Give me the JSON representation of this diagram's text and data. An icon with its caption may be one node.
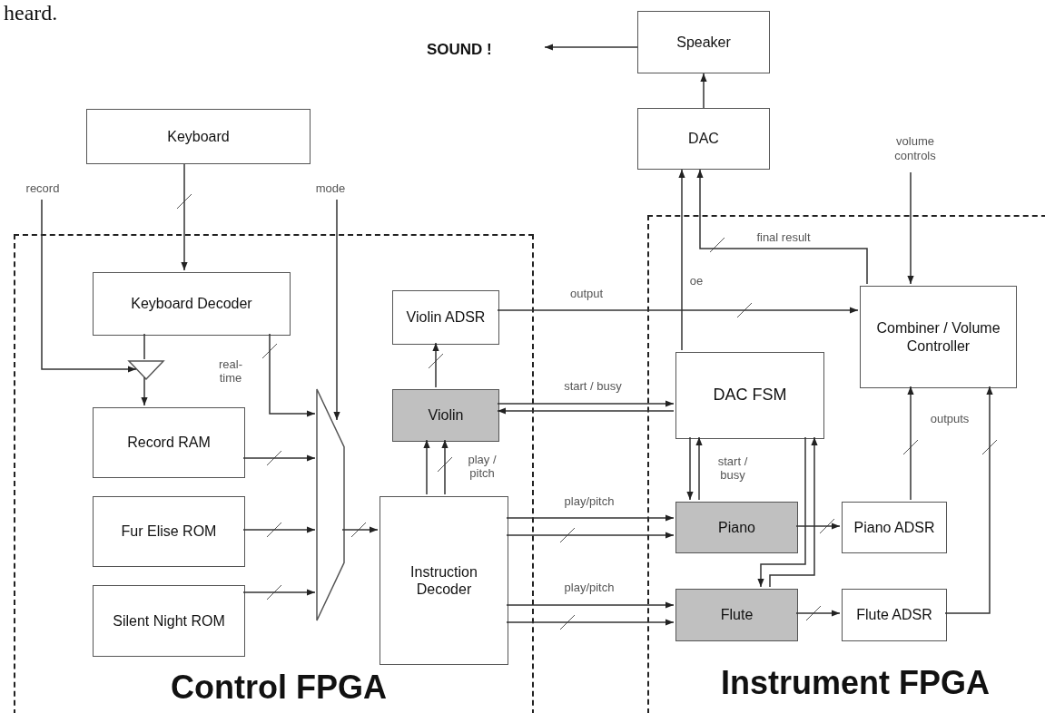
{
  "diagram": {
    "nodes": [
      {
        "text": [
          "Control FPGA"
        ]
      },
      {
        "text": [
          "Instrument FPGA"
        ]
      },
      {
        "text": [
          "SOUND !"
        ]
      },
      {
        "text": [
          "Speaker"
        ]
      },
      {
        "text": [
          "DAC"
        ]
      },
      {
        "text": [
          "Keyboard"
        ]
      },
      {
        "text": [
          "record"
        ]
      },
      {
        "text": [
          "mode"
        ]
      },
      {
        "text": [
          "volume controls"
        ]
      },
      {
        "text": [
          "Keyboard Decoder"
        ],
        "in": 0
      },
      {
        "text": [],
        "shape": "triangle",
        "in": 0
      },
      {
        "text": [
          "Record RAM"
        ],
        "in": 0
      },
      {
        "text": [
          "Fur Elise ROM"
        ],
        "in": 0
      },
      {
        "text": [
          "Silent Night ROM"
        ],
        "in": 0
      },
      {
        "text": [],
        "shape": "trapezoid",
        "in": 0
      },
      {
        "text": [
          "Instruction Decoder"
        ],
        "in": 0
      },
      {
        "text": [
          "Violin ADSR"
        ],
        "in": 0
      },
      {
        "text": [
          "Violin"
        ],
        "in": 0
      },
      {
        "text": [
          "DAC FSM"
        ],
        "in": 1
      },
      {
        "text": [
          "Combiner / Volume Controller"
        ],
        "in": 1
      },
      {
        "text": [
          "Piano"
        ],
        "in": 1
      },
      {
        "text": [
          "Flute"
        ],
        "in": 1
      },
      {
        "text": [
          "Piano ADSR"
        ],
        "in": 1
      },
      {
        "text": [
          "Flute ADSR"
        ],
        "in": 1
      }
    ],
    "edges": [
      {
        "from": 3,
        "to": 2,
        "arrow": "to"
      },
      {
        "from": 4,
        "to": 3,
        "arrow": "to"
      },
      {
        "from": 5,
        "to": 9,
        "arrow": "to"
      },
      {
        "from": 6,
        "to": 10,
        "arrow": "to"
      },
      {
        "from": 9,
        "to": 10,
        "arrow": "none"
      },
      {
        "from": 10,
        "to": 11,
        "arrow": "to"
      },
      {
        "from": 9,
        "to": 14,
        "arrow": "to",
        "label": "real- time"
      },
      {
        "from": 7,
        "to": 14,
        "arrow": "to"
      },
      {
        "from": 11,
        "to": 14,
        "arrow": "to"
      },
      {
        "from": 12,
        "to": 14,
        "arrow": "to"
      },
      {
        "from": 13,
        "to": 14,
        "arrow": "to"
      },
      {
        "from": 14,
        "to": 15,
        "arrow": "to"
      },
      {
        "from": 15,
        "to": 17,
        "arrow": "to"
      },
      {
        "from": 15,
        "to": 17,
        "arrow": "to",
        "label": "play / pitch"
      },
      {
        "from": 17,
        "to": 16,
        "arrow": "to"
      },
      {
        "from": 16,
        "to": 19,
        "arrow": "to",
        "label": "output"
      },
      {
        "from": 17,
        "to": 18,
        "arrow": "to",
        "label": "start / busy"
      },
      {
        "from": 18,
        "to": 17,
        "arrow": "to"
      },
      {
        "from": 15,
        "to": 20,
        "arrow": "to",
        "label": "play/pitch"
      },
      {
        "from": 15,
        "to": 20,
        "arrow": "to"
      },
      {
        "from": 15,
        "to": 21,
        "arrow": "to",
        "label": "play/pitch"
      },
      {
        "from": 15,
        "to": 21,
        "arrow": "to"
      },
      {
        "from": 18,
        "to": 20,
        "arrow": "to"
      },
      {
        "from": 20,
        "to": 18,
        "arrow": "to",
        "label": "start / busy"
      },
      {
        "from": 18,
        "to": 21,
        "arrow": "to"
      },
      {
        "from": 21,
        "to": 18,
        "arrow": "to"
      },
      {
        "from": 20,
        "to": 22,
        "arrow": "to"
      },
      {
        "from": 21,
        "to": 23,
        "arrow": "to"
      },
      {
        "from": 22,
        "to": 19,
        "arrow": "to",
        "label": "outputs"
      },
      {
        "from": 23,
        "to": 19,
        "arrow": "to"
      },
      {
        "from": 19,
        "to": 4,
        "arrow": "to",
        "label": "final result"
      },
      {
        "from": 18,
        "to": 4,
        "arrow": "to",
        "label": "oe"
      },
      {
        "from": 8,
        "to": 19,
        "arrow": "to"
      }
    ],
    "labels": [
      "heard."
    ]
  }
}
